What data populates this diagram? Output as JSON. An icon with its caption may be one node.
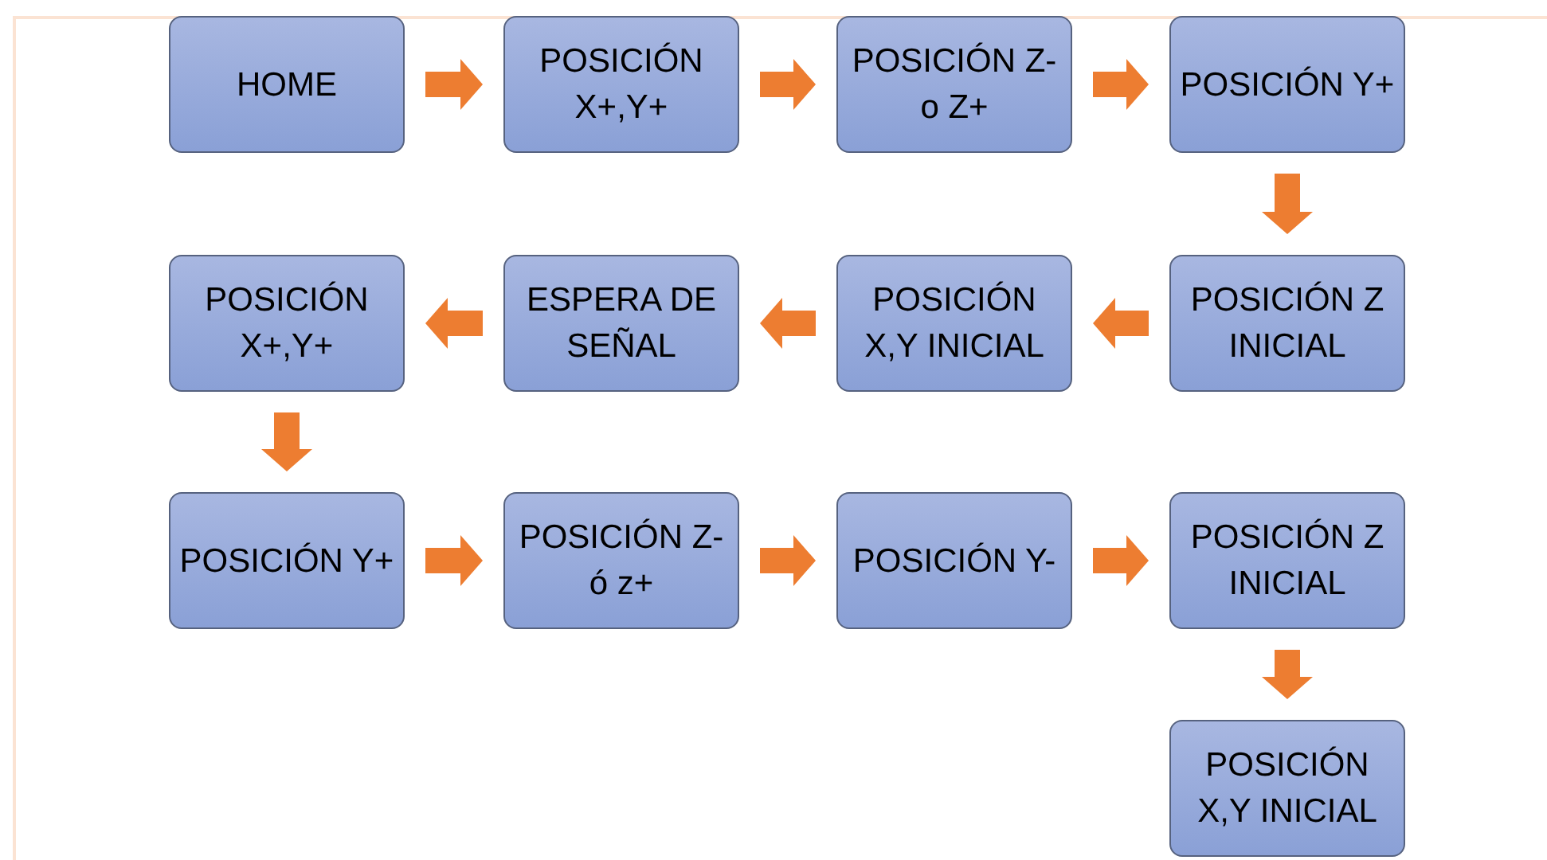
{
  "diagram": {
    "nodes": [
      {
        "text": [
          "HOME"
        ]
      },
      {
        "text": [
          "POSICIÓN X+,Y+"
        ]
      },
      {
        "text": [
          "POSICIÓN Z- o Z+"
        ]
      },
      {
        "text": [
          "POSICIÓN Y+"
        ]
      },
      {
        "text": [
          "POSICIÓN Z INICIAL"
        ]
      },
      {
        "text": [
          "POSICIÓN X,Y INICIAL"
        ]
      },
      {
        "text": [
          "ESPERA DE SEÑAL"
        ]
      },
      {
        "text": [
          "POSICIÓN X+,Y+"
        ]
      },
      {
        "text": [
          "POSICIÓN Y+"
        ]
      },
      {
        "text": [
          "POSICIÓN Z- ó z+"
        ]
      },
      {
        "text": [
          "POSICIÓN Y-"
        ]
      },
      {
        "text": [
          "POSICIÓN Z INICIAL"
        ]
      },
      {
        "text": [
          "POSICIÓN X,Y INICIAL"
        ]
      }
    ],
    "edges": [
      {
        "from": 0,
        "to": 1,
        "arrow": "to"
      },
      {
        "from": 1,
        "to": 2,
        "arrow": "to"
      },
      {
        "from": 2,
        "to": 3,
        "arrow": "to"
      },
      {
        "from": 3,
        "to": 4,
        "arrow": "to"
      },
      {
        "from": 4,
        "to": 5,
        "arrow": "to"
      },
      {
        "from": 5,
        "to": 6,
        "arrow": "to"
      },
      {
        "from": 6,
        "to": 7,
        "arrow": "to"
      },
      {
        "from": 7,
        "to": 8,
        "arrow": "to"
      },
      {
        "from": 8,
        "to": 9,
        "arrow": "to"
      },
      {
        "from": 9,
        "to": 10,
        "arrow": "to"
      },
      {
        "from": 10,
        "to": 11,
        "arrow": "to"
      },
      {
        "from": 11,
        "to": 12,
        "arrow": "to"
      }
    ]
  }
}
